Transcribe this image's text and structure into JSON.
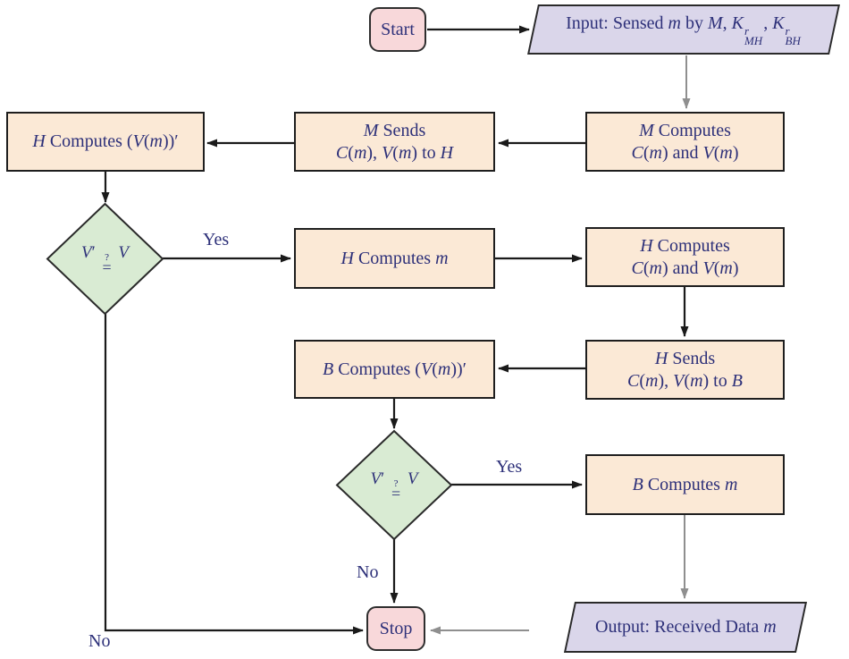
{
  "colors": {
    "process_fill": "#fbe9d6",
    "terminal_fill": "#f8d8da",
    "io_fill": "#dad6ea",
    "decision_fill": "#d9ebd3",
    "border": "#1e1e1e",
    "text": "#2d3079",
    "black_line": "#1a1a1a",
    "gray_line": "#8f8f8f"
  },
  "nodes": {
    "start": {
      "label": "Start"
    },
    "stop": {
      "label": "Stop"
    },
    "input": {
      "rich": [
        [
          {
            "t": "Input: Sensed "
          },
          {
            "t": "m",
            "s": "i"
          },
          {
            "t": " by "
          },
          {
            "t": "M",
            "s": "i"
          },
          {
            "t": ", "
          },
          {
            "t": "K",
            "s": "i"
          },
          {
            "sup": "r",
            "sub": "MH"
          },
          {
            "t": ", "
          },
          {
            "t": "K",
            "s": "i"
          },
          {
            "sup": "r",
            "sub": "BH"
          }
        ]
      ]
    },
    "output": {
      "rich": [
        [
          {
            "t": "Output: Received Data "
          },
          {
            "t": "m",
            "s": "i"
          }
        ]
      ]
    },
    "m_computes": {
      "rich": [
        [
          {
            "t": "M",
            "s": "i"
          },
          {
            "t": " Computes"
          }
        ],
        [
          {
            "t": "C",
            "s": "i"
          },
          {
            "t": "("
          },
          {
            "t": "m",
            "s": "i"
          },
          {
            "t": ") and "
          },
          {
            "t": "V",
            "s": "i"
          },
          {
            "t": "("
          },
          {
            "t": "m",
            "s": "i"
          },
          {
            "t": ")"
          }
        ]
      ]
    },
    "m_sends": {
      "rich": [
        [
          {
            "t": "M",
            "s": "i"
          },
          {
            "t": " Sends"
          }
        ],
        [
          {
            "t": "C",
            "s": "i"
          },
          {
            "t": "("
          },
          {
            "t": "m",
            "s": "i"
          },
          {
            "t": "), "
          },
          {
            "t": "V",
            "s": "i"
          },
          {
            "t": "("
          },
          {
            "t": "m",
            "s": "i"
          },
          {
            "t": ") to "
          },
          {
            "t": "H",
            "s": "i"
          }
        ]
      ]
    },
    "h_computes_v": {
      "rich": [
        [
          {
            "t": "H",
            "s": "i"
          },
          {
            "t": " Computes ("
          },
          {
            "t": "V",
            "s": "i"
          },
          {
            "t": "("
          },
          {
            "t": "m",
            "s": "i"
          },
          {
            "t": "))′"
          }
        ]
      ]
    },
    "decision1": {
      "rich": [
        [
          {
            "t": "V",
            "s": "i"
          },
          {
            "t": "′ "
          },
          {
            "stack": [
              "?",
              "="
            ]
          },
          {
            "t": " "
          },
          {
            "t": "V",
            "s": "i"
          }
        ]
      ]
    },
    "h_computes_m": {
      "rich": [
        [
          {
            "t": "H",
            "s": "i"
          },
          {
            "t": " Computes "
          },
          {
            "t": "m",
            "s": "i"
          }
        ]
      ]
    },
    "h_computes_cv": {
      "rich": [
        [
          {
            "t": "H",
            "s": "i"
          },
          {
            "t": " Computes"
          }
        ],
        [
          {
            "t": "C",
            "s": "i"
          },
          {
            "t": "("
          },
          {
            "t": "m",
            "s": "i"
          },
          {
            "t": ") and "
          },
          {
            "t": "V",
            "s": "i"
          },
          {
            "t": "("
          },
          {
            "t": "m",
            "s": "i"
          },
          {
            "t": ")"
          }
        ]
      ]
    },
    "h_sends": {
      "rich": [
        [
          {
            "t": "H",
            "s": "i"
          },
          {
            "t": " Sends"
          }
        ],
        [
          {
            "t": "C",
            "s": "i"
          },
          {
            "t": "("
          },
          {
            "t": "m",
            "s": "i"
          },
          {
            "t": "), "
          },
          {
            "t": "V",
            "s": "i"
          },
          {
            "t": "("
          },
          {
            "t": "m",
            "s": "i"
          },
          {
            "t": ") to "
          },
          {
            "t": "B",
            "s": "i"
          }
        ]
      ]
    },
    "b_computes_v": {
      "rich": [
        [
          {
            "t": "B",
            "s": "i"
          },
          {
            "t": " Computes ("
          },
          {
            "t": "V",
            "s": "i"
          },
          {
            "t": "("
          },
          {
            "t": "m",
            "s": "i"
          },
          {
            "t": "))′"
          }
        ]
      ]
    },
    "decision2": {
      "rich": [
        [
          {
            "t": "V",
            "s": "i"
          },
          {
            "t": "′ "
          },
          {
            "stack": [
              "?",
              "="
            ]
          },
          {
            "t": " "
          },
          {
            "t": "V",
            "s": "i"
          }
        ]
      ]
    },
    "b_computes_m": {
      "rich": [
        [
          {
            "t": "B",
            "s": "i"
          },
          {
            "t": " Computes "
          },
          {
            "t": "m",
            "s": "i"
          }
        ]
      ]
    }
  },
  "edge_labels": {
    "yes1": "Yes",
    "yes2": "Yes",
    "no1": "No",
    "no2": "No"
  }
}
